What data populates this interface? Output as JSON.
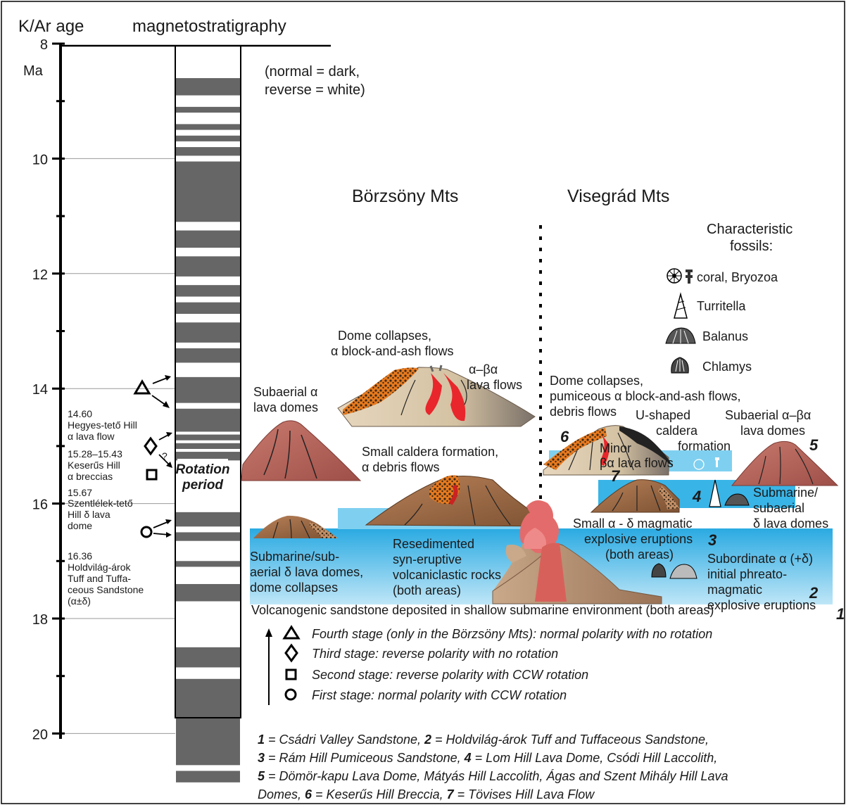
{
  "axis": {
    "left_title": "K/Ar age",
    "center_title": "magnetostratigraphy",
    "unit": "Ma",
    "ticks": [
      "8",
      "10",
      "12",
      "14",
      "16",
      "18",
      "20"
    ]
  },
  "magnetostratigraphy": {
    "note_line1": "(normal = dark,",
    "note_line2": "reverse = white)",
    "rotation_line1": "Rotation",
    "rotation_line2": "period",
    "normal_intervals_ma": [
      [
        8.6,
        8.9
      ],
      [
        9.1,
        9.2
      ],
      [
        9.4,
        9.5
      ],
      [
        9.6,
        9.7
      ],
      [
        9.8,
        9.95
      ],
      [
        10.05,
        11.1
      ],
      [
        11.25,
        11.55
      ],
      [
        11.7,
        12.05
      ],
      [
        12.2,
        12.4
      ],
      [
        12.5,
        12.7
      ],
      [
        12.85,
        13.2
      ],
      [
        13.3,
        13.55
      ],
      [
        13.8,
        14.25
      ],
      [
        14.35,
        14.75
      ],
      [
        14.8,
        14.9
      ],
      [
        14.95,
        15.05
      ],
      [
        15.1,
        15.25
      ],
      [
        16.15,
        16.4
      ],
      [
        16.5,
        16.65
      ],
      [
        17.0,
        17.1
      ],
      [
        17.4,
        17.7
      ],
      [
        18.5,
        18.85
      ],
      [
        19.05,
        20.55
      ],
      [
        20.65,
        20.85
      ]
    ]
  },
  "age_labels": {
    "a_age": "14.60",
    "a_l1": "Hegyes-tető Hill",
    "a_l2": "α lava flow",
    "b_age": "15.28–15.43",
    "b_l1": "Keserűs Hill",
    "b_l2": "α breccias",
    "c_age": "15.67",
    "c_l1": "Szentlélek-tető",
    "c_l2": "Hill δ lava",
    "c_l3": "dome",
    "d_age": "16.36",
    "d_l1": "Holdvilág-árok",
    "d_l2": "Tuff and Tuffa-",
    "d_l3": "ceous Sandstone",
    "d_l4": "(α±δ)",
    "question": "?"
  },
  "regions": {
    "left": "Börzsöny Mts",
    "right": "Visegrád Mts"
  },
  "fossils": {
    "title1": "Characteristic",
    "title2": "fossils:",
    "coral": "coral, Bryozoa",
    "turritella": "Turritella",
    "balanus": "Balanus",
    "chlamys": "Chlamys"
  },
  "annotations": {
    "dome_collapse1": "Dome collapses,",
    "dome_collapse2": "α block-and-ash flows",
    "lava_flows1": "α–βα",
    "lava_flows2": "lava flows",
    "subaerial_a1": "Subaerial α",
    "subaerial_a2": "lava domes",
    "small_caldera1": "Small caldera formation,",
    "small_caldera2": "α debris flows",
    "submarine_left1": "Submarine/sub-",
    "submarine_left2": "aerial δ lava domes,",
    "submarine_left3": "dome collapses",
    "resedimented1": "Resedimented",
    "resedimented2": "syn-eruptive",
    "resedimented3": "volcaniclastic rocks",
    "resedimented4": "(both areas)",
    "visegrad_collapse1": "Dome collapses,",
    "visegrad_collapse2": "pumiceous α block-and-ash flows,",
    "visegrad_collapse3": "debris flows",
    "ushaped1": "U-shaped",
    "ushaped2": "caldera",
    "ushaped3": "formation",
    "subaerial_ab1": "Subaerial α–βα",
    "subaerial_ab2": "lava domes",
    "minor1": "Minor",
    "minor2": "βα lava flows",
    "submarine_right1": "Submarine/",
    "submarine_right2": "subaerial",
    "submarine_right3": "δ lava domes",
    "small_ad1": "Small α - δ magmatic",
    "small_ad2": "explosive eruptions",
    "small_ad3": "(both areas)",
    "subordinate1": "Subordinate α (+δ)",
    "subordinate2": "initial phreato-",
    "subordinate3": "magmatic",
    "subordinate4": "explosive eruptions",
    "volcanogenic": "Volcanogenic sandstone deposited in shallow submarine environment (both areas)",
    "n1": "1",
    "n2": "2",
    "n3": "3",
    "n4": "4",
    "n5": "5",
    "n6": "6",
    "n7": "7"
  },
  "stages": [
    "Fourth stage (only in the Börzsöny Mts): normal polarity with no rotation",
    "Third stage: reverse polarity with no rotation",
    "Second stage: reverse polarity with CCW rotation",
    "First stage: normal polarity with CCW rotation"
  ],
  "legend": {
    "l1_num1": "1",
    "l1_t1": " = Csádri Valley Sandstone, ",
    "l1_num2": "2",
    "l1_t2": " = Holdvilág-árok Tuff and Tuffaceous Sandstone,",
    "l2_num1": "3",
    "l2_t1": " = Rám Hill Pumiceous Sandstone, ",
    "l2_num2": "4",
    "l2_t2": " = Lom Hill Lava Dome, Csódi Hill Laccolith,",
    "l3_num1": "5",
    "l3_t1": " = Dömör-kapu Lava Dome, Mátyás Hill Laccolith, Ágas and Szent Mihály Hill Lava",
    "l4_t0": "Domes, ",
    "l4_num1": "6",
    "l4_t1": " = Keserűs Hill Breccia, ",
    "l4_num2": "7",
    "l4_t2": " = Tövises Hill Lava Flow"
  },
  "colors": {
    "normal_band": "#666666",
    "water": "#2aaae2",
    "water_light": "#8fd3f0",
    "lava_red": "#e8262c",
    "dome_pink": "#b9655c",
    "cone_beige": "#d9c6a8",
    "cone_brown": "#9a6a44",
    "orange_flow": "#e87a1e"
  }
}
